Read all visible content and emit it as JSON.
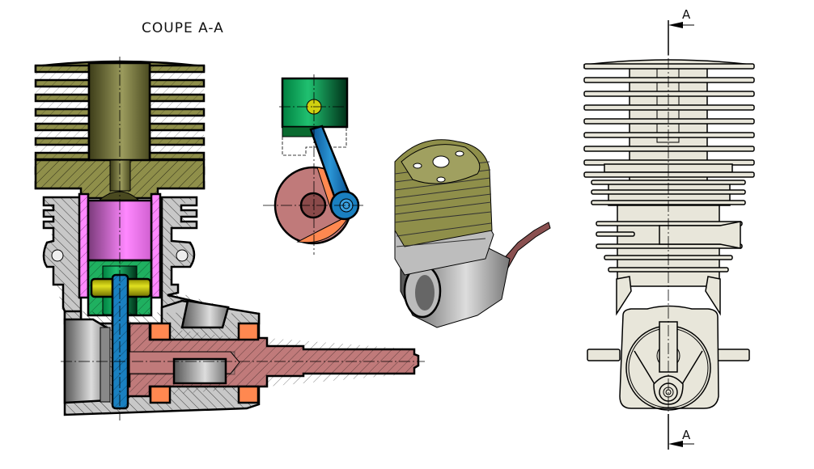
{
  "drawing": {
    "section_title": "COUPE A-A",
    "section_mark_top": "A",
    "section_mark_bottom": "A"
  },
  "colors": {
    "head": "#8f8f4a",
    "cylinder": "#c8c8c8",
    "liner": "#ff80ff",
    "piston": "#1fb060",
    "pin": "#d0d010",
    "rod": "#1a80c0",
    "crankshaft": "#c07a7a",
    "bearing": "#ff8850",
    "front_view": "#e8e6da"
  }
}
